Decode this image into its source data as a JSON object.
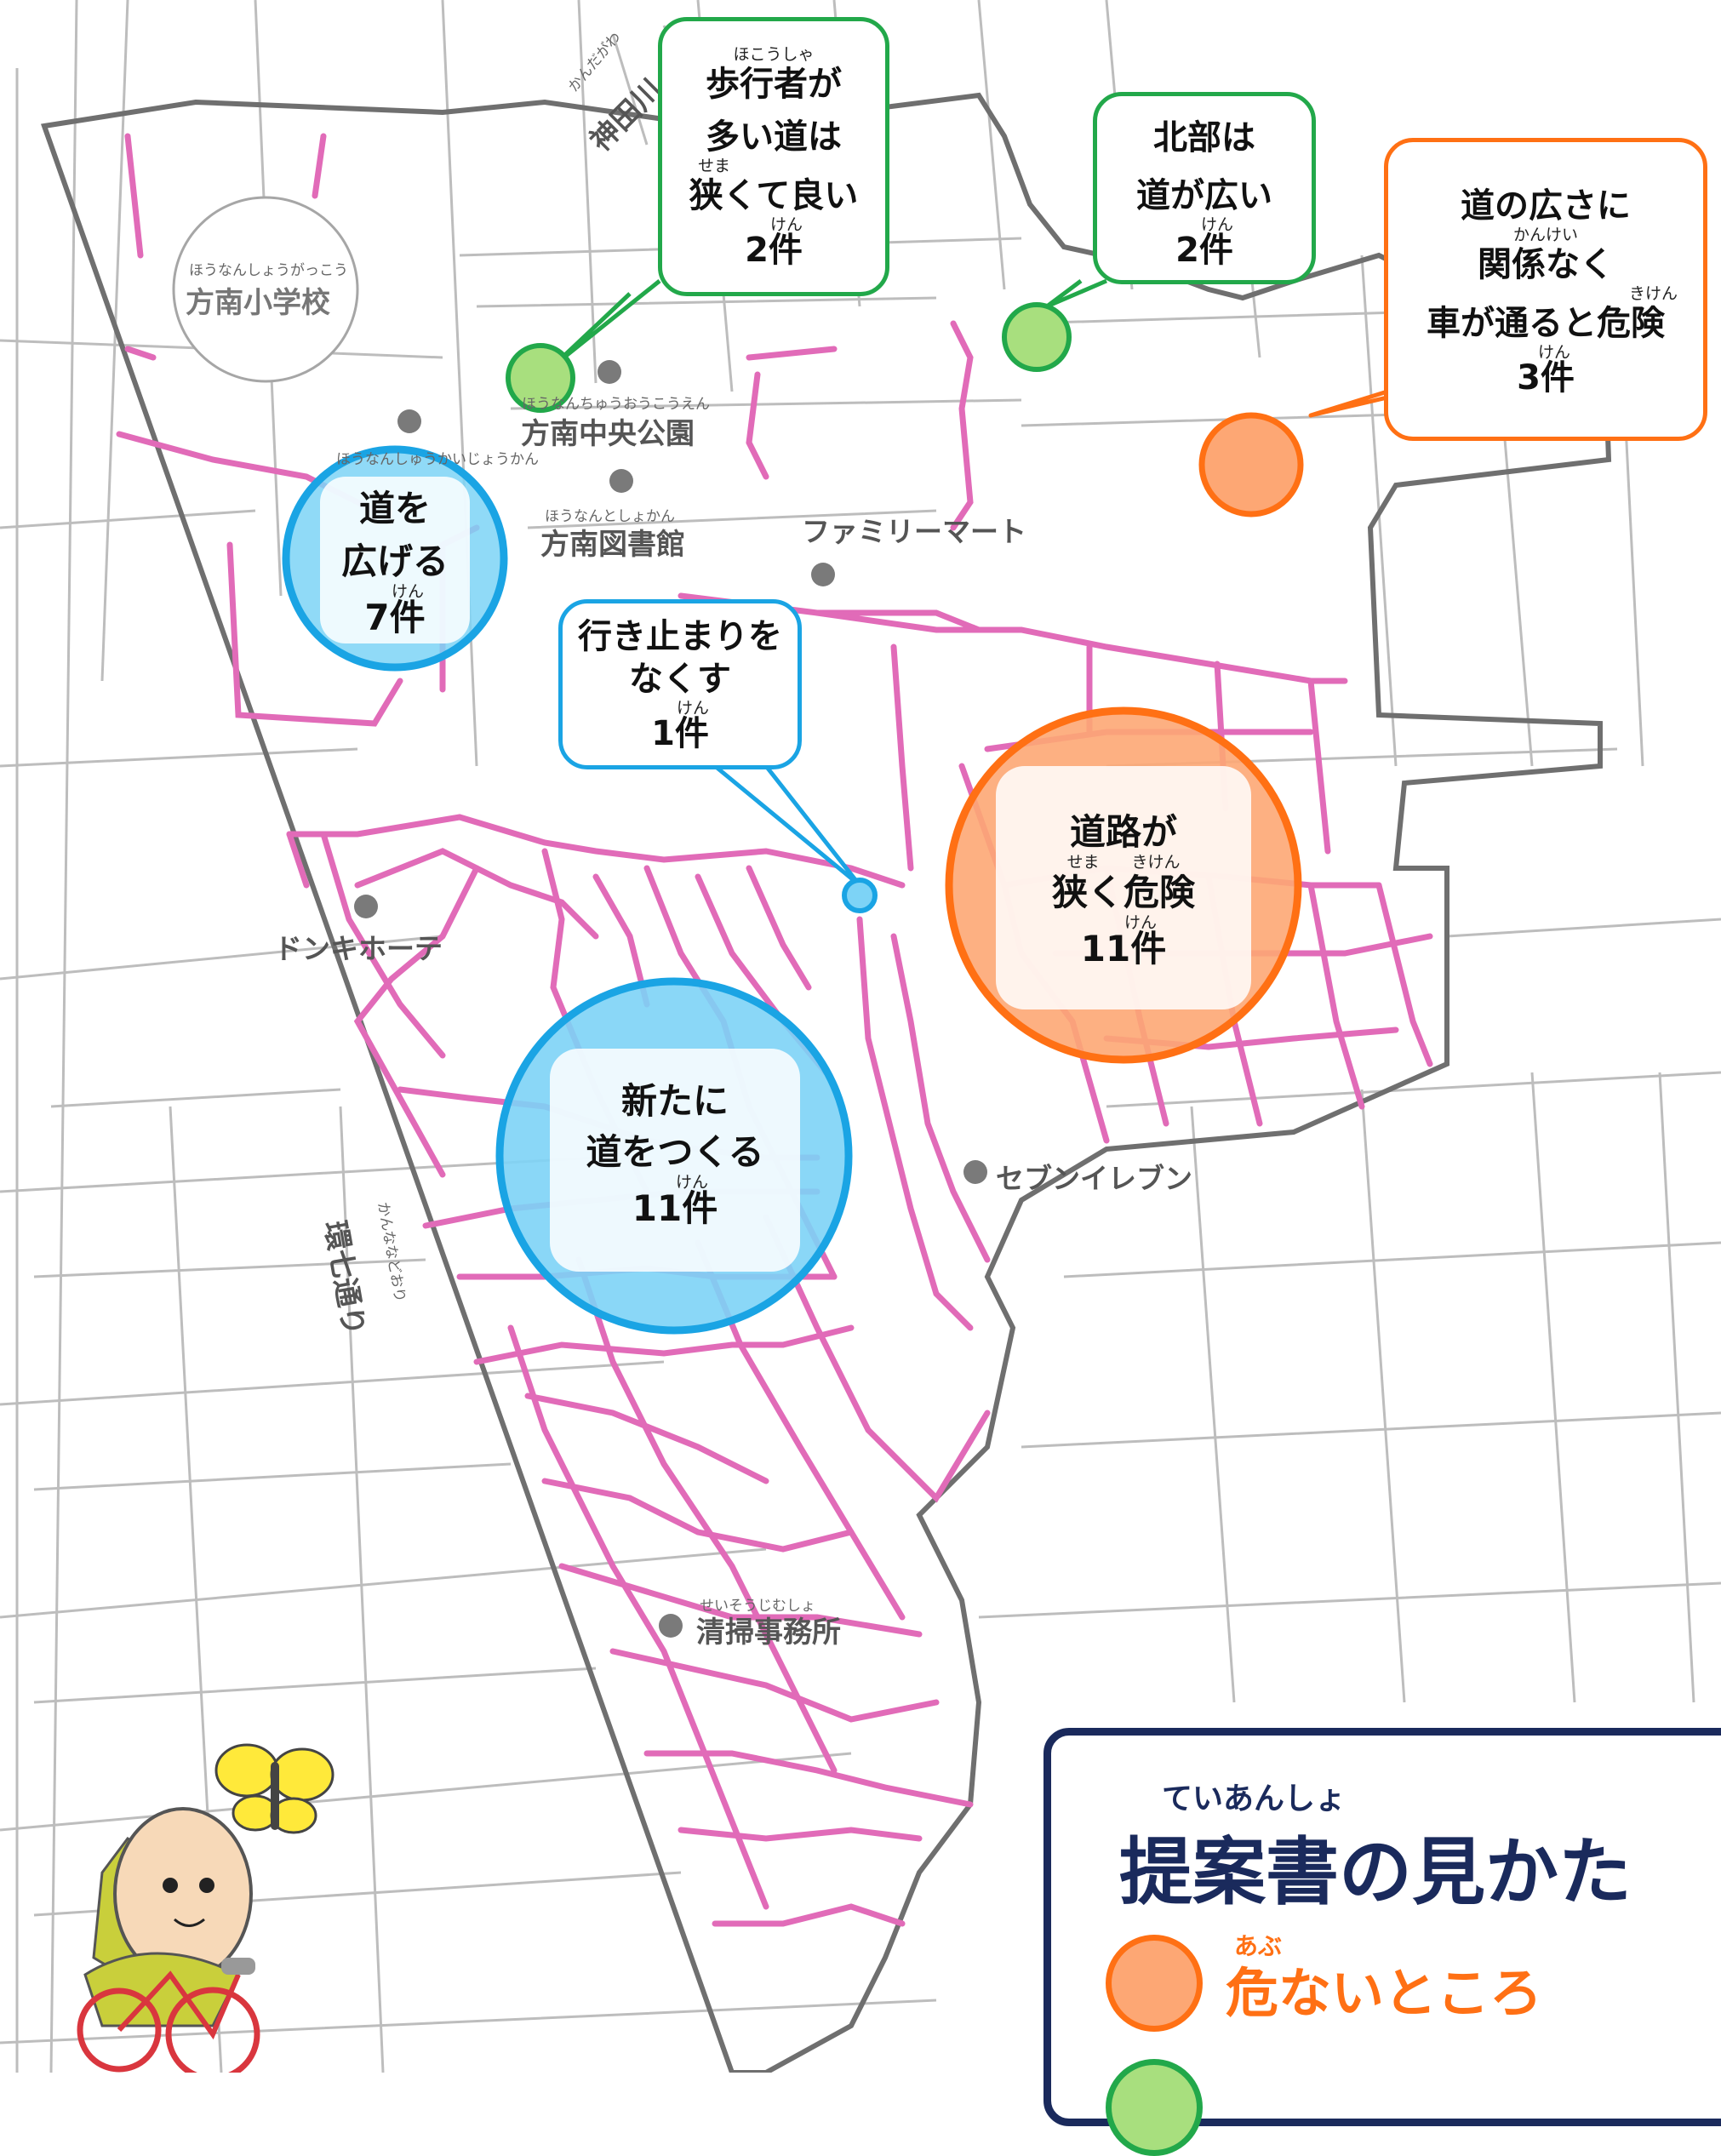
{
  "map": {
    "places": {
      "elementary_school": {
        "name": "方南小学校",
        "ruby": "ほうなんしょうがっこう"
      },
      "central_park": {
        "name": "方南中央公園",
        "ruby": "ほうなんちゅうおうこうえん"
      },
      "library": {
        "name": "方南図書館",
        "ruby": "ほうなんとしょかん"
      },
      "community_hall_ruby": "ほうなんしゅうかいじょうかん",
      "familymart": "ファミリーマート",
      "donki": "ドンキホーテ",
      "seven_eleven": "セブンイレブン",
      "cleaning_office": {
        "name": "清掃事務所",
        "ruby": "せいそうじむしょ"
      },
      "river": {
        "name": "神田川",
        "ruby": "かんだがわ"
      },
      "kannana": {
        "name": "環七通り",
        "ruby": "かんななどおり"
      }
    },
    "colors": {
      "orange": "#ff7014",
      "orange_fill": "#fda774",
      "green": "#22a84a",
      "green_fill": "#a8df7e",
      "blue": "#1aa4e4",
      "blue_fill": "#7dd3f6",
      "road": "#e16bb8",
      "boundary": "#6f6f6f"
    }
  },
  "callouts": {
    "pedestrians": {
      "ruby1": "ほこうしゃ",
      "line1": "歩行者が",
      "line2": "多い道は",
      "ruby2": "せま",
      "line3": "狭くて良い",
      "ruby3": "けん",
      "count": "2件"
    },
    "north": {
      "line1": "北部は",
      "line2": "道が広い",
      "ruby": "けん",
      "count": "2件"
    },
    "width": {
      "line1": "道の広さに",
      "ruby1": "かんけい",
      "line2": "関係なく",
      "ruby2": "きけん",
      "line3": "車が通ると危険",
      "ruby3": "けん",
      "count": "3件"
    },
    "deadend": {
      "line1": "行き止まりを",
      "line2": "なくす",
      "ruby": "けん",
      "count": "1件"
    }
  },
  "bubbles": {
    "widen": {
      "line1": "道を",
      "line2": "広げる",
      "ruby": "けん",
      "count": "7件"
    },
    "narrow": {
      "line1": "道路が",
      "ruby": "せま　　きけん",
      "line2": "狭く危険",
      "ruby2": "けん",
      "count": "11件"
    },
    "newroad": {
      "line1": "新たに",
      "line2": "道をつくる",
      "ruby": "けん",
      "count": "11件"
    }
  },
  "legend": {
    "title": "提案書の見かた",
    "title_ruby": "ていあんしょ",
    "item1": "危ないところ",
    "item1_ruby": "あぶ"
  }
}
